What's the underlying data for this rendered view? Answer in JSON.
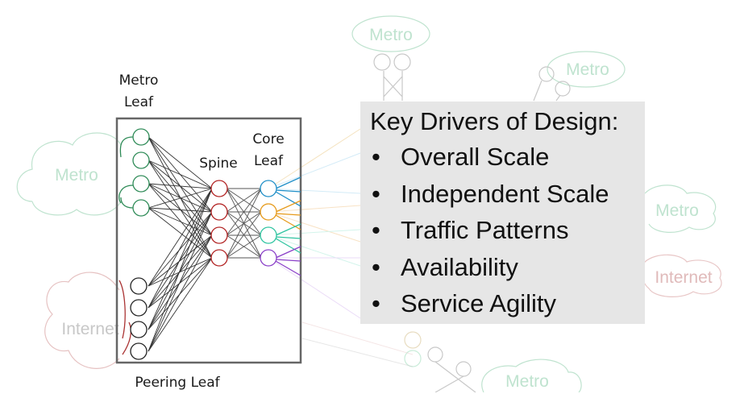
{
  "labels": {
    "metro_leaf": "Metro\nLeaf",
    "spine": "Spine",
    "core_leaf": "Core\nLeaf",
    "peering_leaf": "Peering Leaf"
  },
  "clouds": [
    {
      "text": "Metro",
      "color": "#bfe3cf"
    },
    {
      "text": "Metro",
      "color": "#bfe3cf"
    },
    {
      "text": "Metro",
      "color": "#bfe3cf"
    },
    {
      "text": "Metro",
      "color": "#bfe3cf"
    },
    {
      "text": "Internet",
      "color": "#e8c6c6"
    },
    {
      "text": "Internet",
      "color": "#c8c8c8"
    },
    {
      "text": "Metro",
      "color": "#bfe3cf"
    }
  ],
  "drivers": {
    "title": "Key Drivers of Design:",
    "items": [
      "Overall Scale",
      "Independent Scale",
      "Traffic Patterns",
      "Availability",
      "Service Agility"
    ]
  },
  "colors": {
    "metro_leaf": "#2e8b57",
    "spine": "#b22222",
    "peering_leaf": "#222222",
    "core_leaf": [
      "#1f8fc8",
      "#e69a1a",
      "#2ec4a0",
      "#8a3fc8"
    ],
    "box_background": "#e6e6e6"
  }
}
